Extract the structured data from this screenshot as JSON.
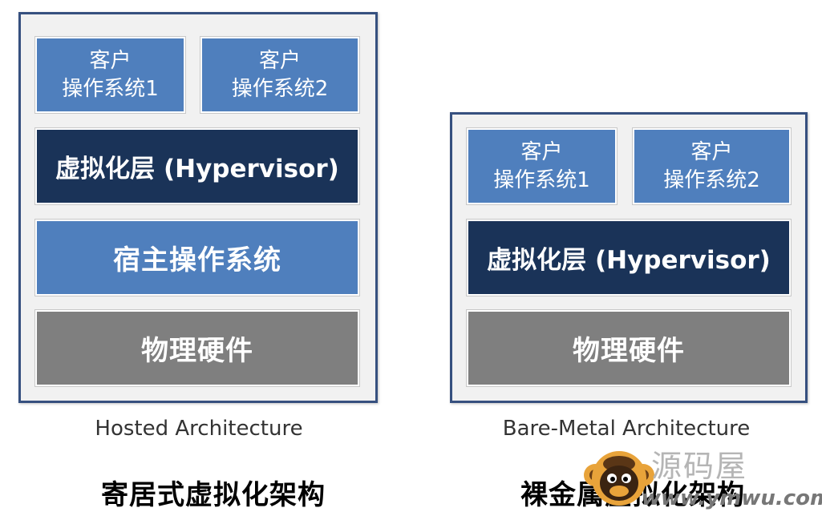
{
  "hosted": {
    "guest_os_1": {
      "line1": "客户",
      "line2": "操作系统1"
    },
    "guest_os_2": {
      "line1": "客户",
      "line2": "操作系统2"
    },
    "hypervisor": "虚拟化层 (Hypervisor)",
    "host_os": "宿主操作系统",
    "hardware": "物理硬件",
    "label_en": "Hosted Architecture",
    "title_cn": "寄居式虚拟化架构"
  },
  "bare_metal": {
    "guest_os_1": {
      "line1": "客户",
      "line2": "操作系统1"
    },
    "guest_os_2": {
      "line1": "客户",
      "line2": "操作系统2"
    },
    "hypervisor": "虚拟化层 (Hypervisor)",
    "hardware": "物理硬件",
    "label_en": "Bare-Metal Architecture",
    "title_cn": "裸金属虚拟化架构"
  },
  "watermark": {
    "brand": "源码屋",
    "url": "www.ymwu.com"
  },
  "colors": {
    "frame_border": "#36507f",
    "frame_fill": "#f1f1f1",
    "guest_os": "#4f7fbd",
    "hypervisor": "#1a3358",
    "host_os": "#4f7fbd",
    "hardware": "#7f7f7f"
  }
}
